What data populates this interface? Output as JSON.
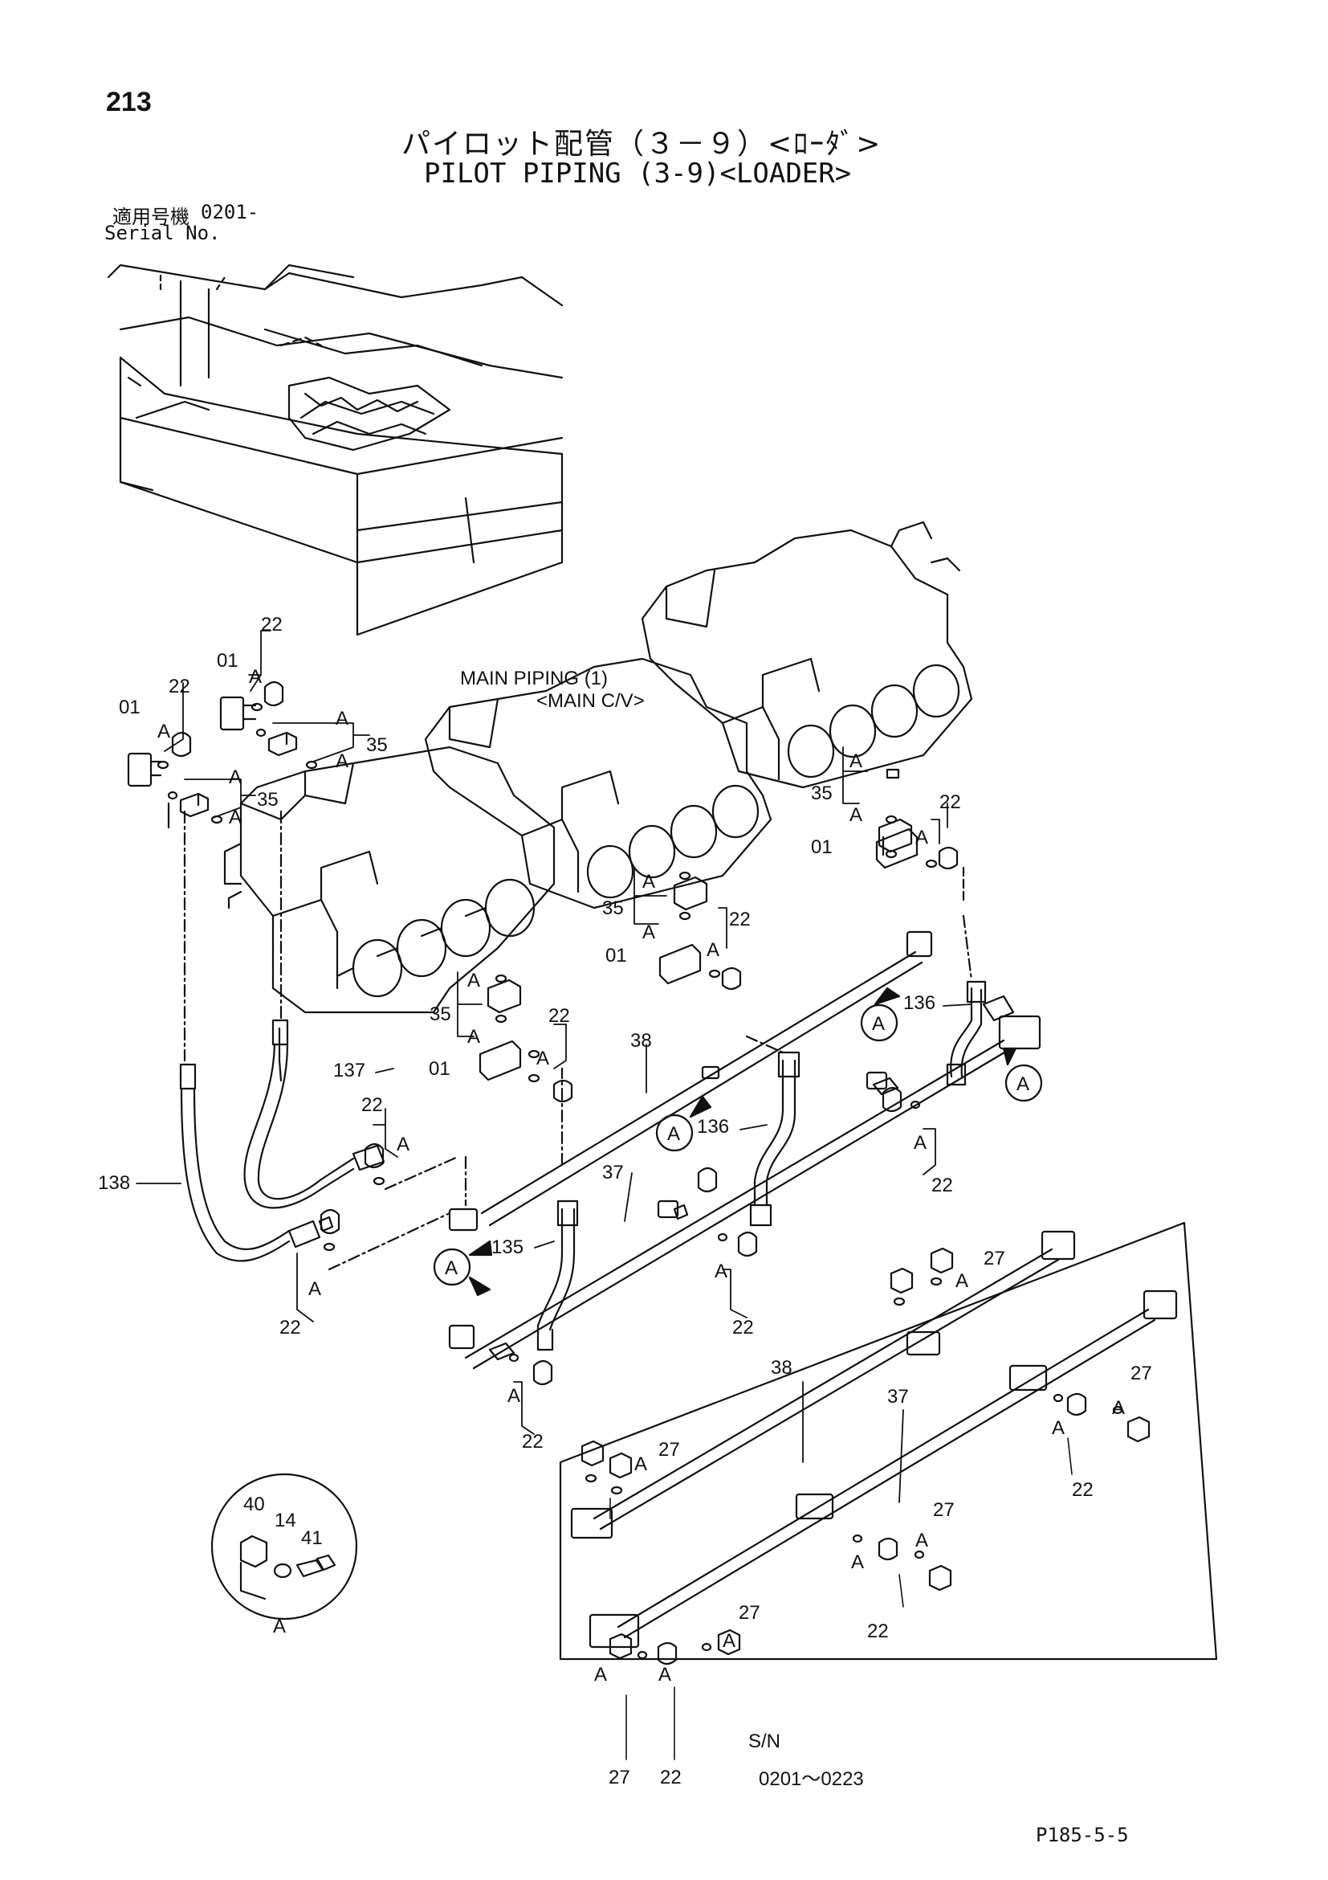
{
  "page_number": "213",
  "title": {
    "ja": "パイロット配管（３－９）<ﾛｰﾀﾞ>",
    "en": "PILOT PIPING (3-9)<LOADER>"
  },
  "serial": {
    "label_ja": "適用号機",
    "value": "0201-",
    "label_en": "Serial No."
  },
  "callouts": {
    "main_piping": "MAIN PIPING (1)",
    "main_cv": "<MAIN C/V>",
    "sn_label": "S/N",
    "sn_range": "0201～0223",
    "detail_a": "A",
    "ref_a": "A"
  },
  "part_numbers": [
    "01",
    "14",
    "22",
    "27",
    "35",
    "37",
    "38",
    "40",
    "41",
    "135",
    "136",
    "137",
    "138"
  ],
  "page_code": "P185-5-5"
}
